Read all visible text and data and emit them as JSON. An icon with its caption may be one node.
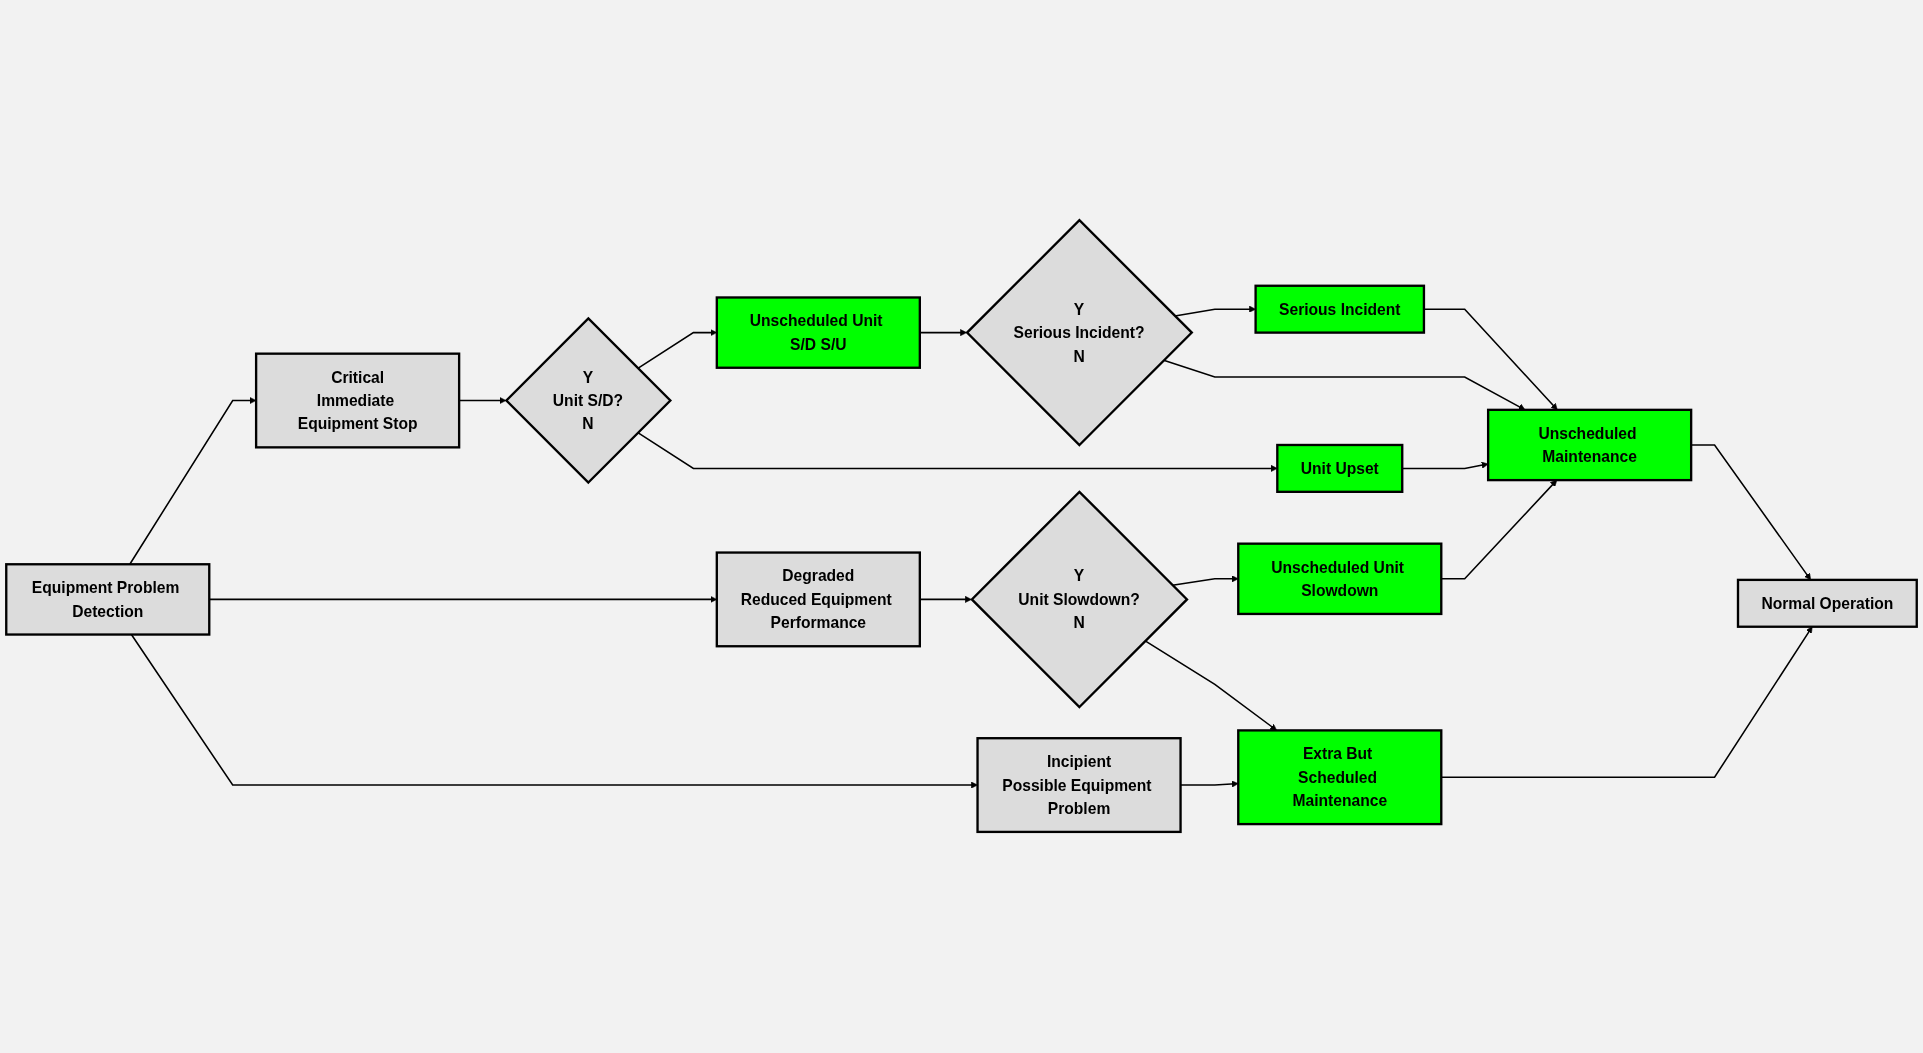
{
  "diagram": {
    "nodes": [
      {
        "text": [
          "Equipment Problem Detection"
        ]
      },
      {
        "text": [
          "Critical",
          "Immediate Equipment Stop"
        ]
      },
      {
        "text": [
          "Degraded",
          "Reduced Equipment Performance"
        ]
      },
      {
        "text": [
          "Incipient",
          "Possible Equipment Problem"
        ]
      },
      {
        "text": [
          "Y",
          "Unit S/D?",
          "N"
        ]
      },
      {
        "text": [
          "Unscheduled Unit S/D S/U"
        ]
      },
      {
        "text": [
          "Unit Upset"
        ]
      },
      {
        "text": [
          "Y",
          "Unit Slowdown?",
          "N"
        ]
      },
      {
        "text": [
          "Unscheduled Unit Slowdown"
        ]
      },
      {
        "text": [
          "Y",
          "Serious Incident?",
          "N"
        ]
      },
      {
        "text": [
          "Serious Incident"
        ]
      },
      {
        "text": [
          "Unscheduled Maintenance"
        ]
      },
      {
        "text": [
          "Extra But Scheduled Maintenance"
        ]
      },
      {
        "text": [
          "Normal Operation"
        ]
      }
    ],
    "edges": [
      {
        "from": 0,
        "to": 1,
        "arrow": "to"
      },
      {
        "from": 0,
        "to": 2,
        "arrow": "to"
      },
      {
        "from": 0,
        "to": 3,
        "arrow": "to"
      },
      {
        "from": 1,
        "to": 4,
        "arrow": "to"
      },
      {
        "from": 4,
        "to": 5,
        "arrow": "to"
      },
      {
        "from": 4,
        "to": 6,
        "arrow": "to"
      },
      {
        "from": 2,
        "to": 7,
        "arrow": "to"
      },
      {
        "from": 7,
        "to": 8,
        "arrow": "to"
      },
      {
        "from": 7,
        "to": 12,
        "arrow": "to"
      },
      {
        "from": 3,
        "to": 12,
        "arrow": "to"
      },
      {
        "from": 5,
        "to": 9,
        "arrow": "to"
      },
      {
        "from": 9,
        "to": 10,
        "arrow": "to"
      },
      {
        "from": 9,
        "to": 11,
        "arrow": "to"
      },
      {
        "from": 6,
        "to": 11,
        "arrow": "to"
      },
      {
        "from": 8,
        "to": 11,
        "arrow": "to"
      },
      {
        "from": 10,
        "to": 11,
        "arrow": "to"
      },
      {
        "from": 11,
        "to": 13,
        "arrow": "to"
      },
      {
        "from": 12,
        "to": 13,
        "arrow": "to"
      }
    ]
  }
}
